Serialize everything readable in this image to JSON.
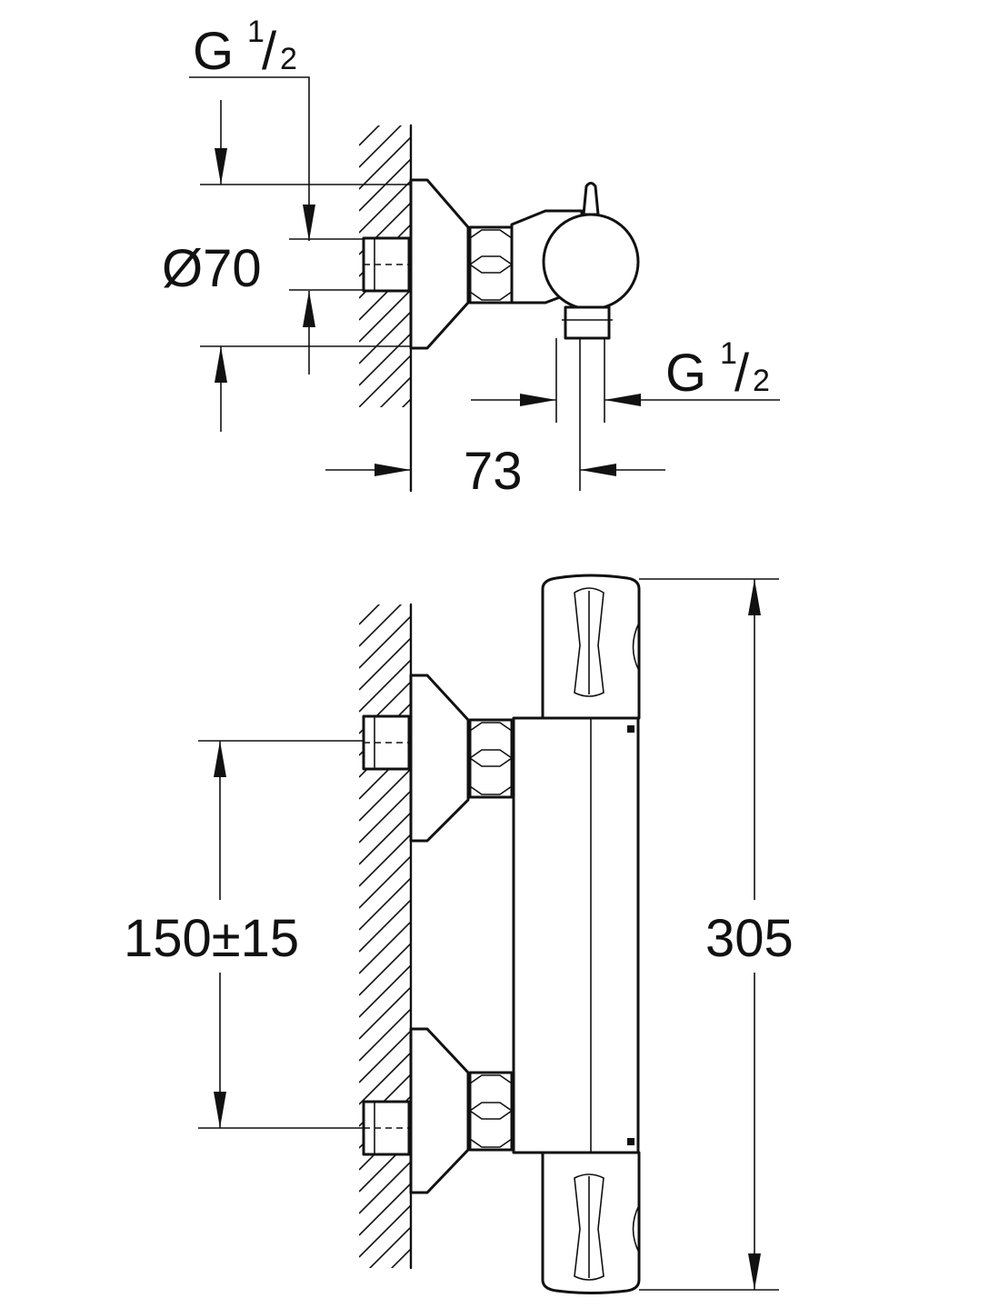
{
  "top_view": {
    "thread_inlet": {
      "main": "G",
      "num": "1",
      "den": "2"
    },
    "diameter": "Ø70",
    "thread_outlet": {
      "main": "G",
      "num": "1",
      "den": "2"
    },
    "depth": "73"
  },
  "front_view": {
    "inlet_spacing": "150±15",
    "total_height": "305"
  }
}
